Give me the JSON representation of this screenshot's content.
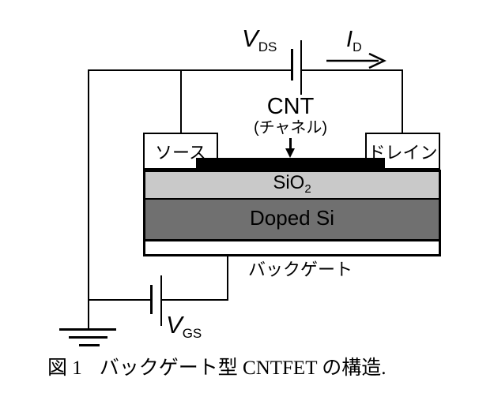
{
  "figure": {
    "labels": {
      "vds": {
        "symbol": "V",
        "subscript": "DS"
      },
      "id_current": {
        "symbol": "I",
        "subscript": "D"
      },
      "cnt": "CNT",
      "channel": "(チャネル)",
      "source": "ソース",
      "drain": "ドレイン",
      "sio2": {
        "base": "SiO",
        "subscript": "2"
      },
      "doped_si": "Doped Si",
      "back_gate": "バックゲート",
      "vgs": {
        "symbol": "V",
        "subscript": "GS"
      }
    },
    "colors": {
      "sio2_layer": "#c9c9c9",
      "doped_si_layer": "#707070",
      "cnt_bar": "#000000",
      "wire": "#000000",
      "background": "#ffffff"
    },
    "caption": {
      "figure_number": "図 1",
      "text": "バックゲート型 CNTFET の構造."
    }
  }
}
